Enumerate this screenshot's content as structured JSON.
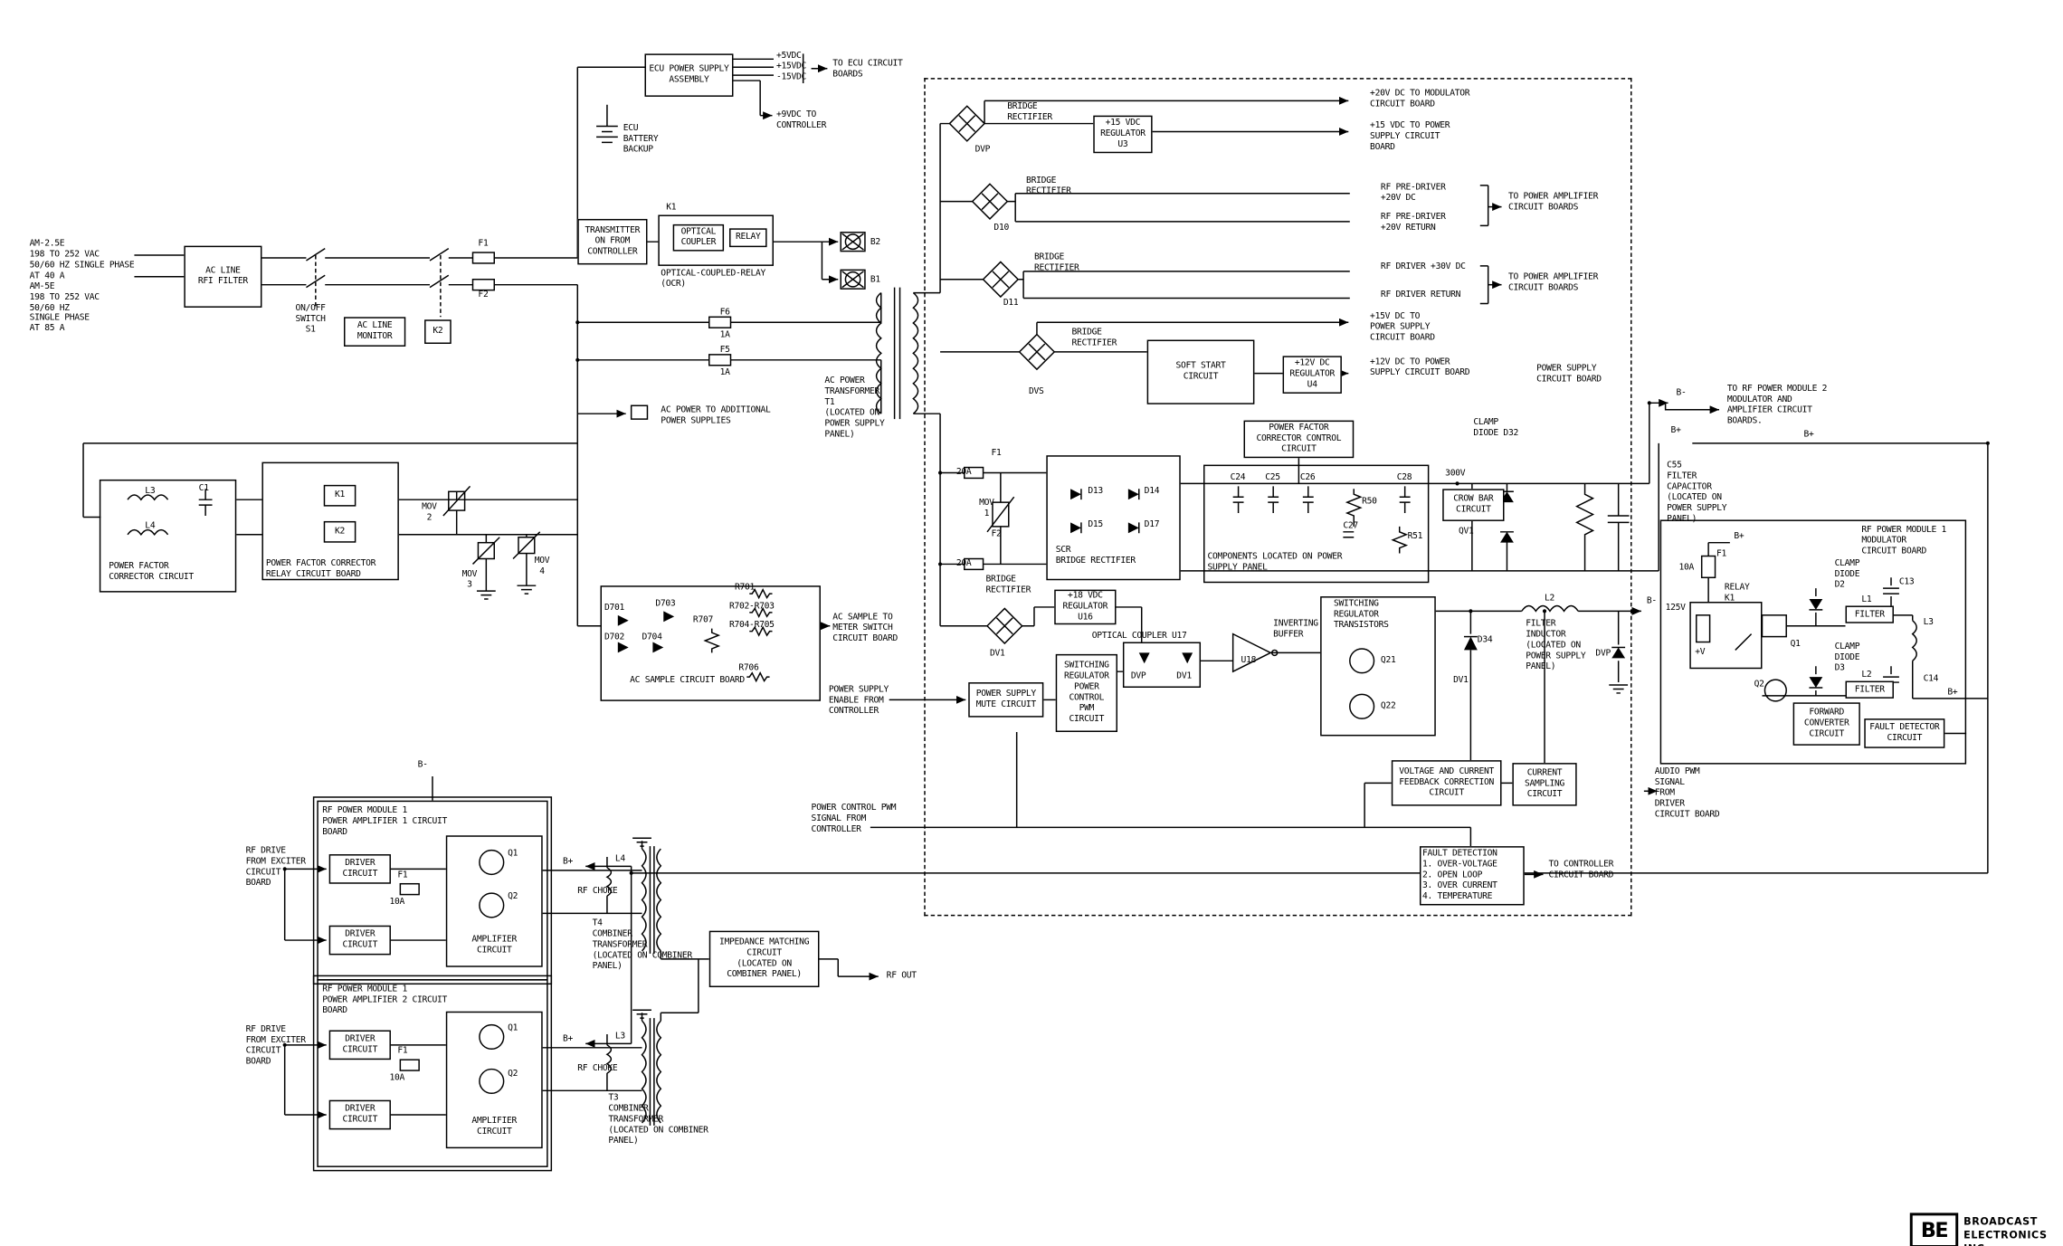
{
  "diagram": {
    "input": {
      "specs": "AM-2.5E\n198 TO 252 VAC\n50/60 HZ SINGLE PHASE\nAT 40 A\nAM-5E\n198 TO 252 VAC\n50/60 HZ\nSINGLE PHASE\nAT 85 A",
      "rfi_filter": "AC LINE\nRFI FILTER",
      "on_off_switch": "ON/OFF\nSWITCH\nS1",
      "line_monitor": "AC LINE\nMONITOR",
      "relay_k2": "K2",
      "fuse_f1": "F1",
      "fuse_f2": "F2"
    },
    "ecu": {
      "psu": "ECU POWER SUPPLY\nASSEMBLY",
      "rails": "+5VDC\n+15VDC\n-15VDC",
      "to_ecu": "TO ECU CIRCUIT\nBOARDS",
      "battery": "ECU\nBATTERY\nBACKUP",
      "v9": "+9VDC TO\nCONTROLLER"
    },
    "ocr": {
      "tx_on": "TRANSMITTER\nON FROM\nCONTROLLER",
      "k1": "K1",
      "optical_coupler": "OPTICAL\nCOUPLER",
      "relay": "RELAY",
      "caption": "OPTICAL-COUPLED-RELAY\n(OCR)",
      "b1": "B1",
      "b2": "B2"
    },
    "xfmr": {
      "f6": "F6",
      "f5": "F5",
      "amp_1a": "1A",
      "t1": "AC POWER\nTRANSFORMER\nT1\n(LOCATED ON\nPOWER SUPPLY\nPANEL)",
      "aux": "AC POWER TO ADDITIONAL\nPOWER SUPPLIES"
    },
    "ps": {
      "board": "POWER SUPPLY\nCIRCUIT BOARD",
      "bridge": "BRIDGE\nRECTIFIER",
      "dvp": "DVP",
      "d10": "D10",
      "d11": "D11",
      "dvs": "DVS",
      "dv1": "DV1",
      "u3": "+15 VDC\nREGULATOR\nU3",
      "out_20v": "+20V DC TO MODULATOR\nCIRCUIT BOARD",
      "out_15v": "+15 VDC TO POWER\nSUPPLY CIRCUIT\nBOARD",
      "predrv": "RF PRE-DRIVER\n+20V DC",
      "predrv_ret": "RF PRE-DRIVER\n+20V RETURN",
      "to_pa": "TO POWER AMPLIFIER\nCIRCUIT BOARDS",
      "drv": "RF DRIVER +30V DC",
      "drv_ret": "RF DRIVER RETURN",
      "out_15v2": "+15V DC TO\nPOWER SUPPLY\nCIRCUIT BOARD",
      "soft_start": "SOFT START\nCIRCUIT",
      "u4": "+12V DC\nREGULATOR\nU4",
      "out_12v": "+12V DC TO POWER\nSUPPLY CIRCUIT BOARD",
      "pfc_ctl": "POWER FACTOR\nCORRECTOR CONTROL\nCIRCUIT",
      "f1": "F1",
      "f1a": "20A",
      "f2": "F2",
      "f2a": "20A",
      "mov1": "MOV\n1",
      "scr": "SCR\nBRIDGE RECTIFIER",
      "d13": "D13",
      "d14": "D14",
      "d15": "D15",
      "d17": "D17",
      "comps": "COMPONENTS LOCATED ON POWER\nSUPPLY PANEL",
      "c24": "C24",
      "c25": "C25",
      "c26": "C26",
      "r50": "R50",
      "c28": "C28",
      "c27": "C27",
      "r51": "R51",
      "v300": "300V",
      "crowbar": "CROW BAR\nCIRCUIT",
      "qv1": "QV1",
      "clamp32": "CLAMP\nDIODE D32",
      "c55": "C55\nFILTER\nCAPACITOR\n(LOCATED ON\nPOWER SUPPLY\nPANEL)",
      "bminus": "B-",
      "bplus": "B+",
      "to_mod2": "TO RF POWER MODULE 2\nMODULATOR AND\nAMPLIFIER CIRCUIT\nBOARDS.",
      "u16": "+18 VDC\nREGULATOR\nU16",
      "u17": "OPTICAL COUPLER U17",
      "dvp2": "DVP",
      "dv1b": "DV1",
      "sw_reg_pwm": "SWITCHING\nREGULATOR\nPOWER\nCONTROL\nPWM\nCIRCUIT",
      "mute": "POWER SUPPLY\nMUTE CIRCUIT",
      "enable": "POWER SUPPLY\nENABLE FROM\nCONTROLLER",
      "inv_buf": "INVERTING\nBUFFER",
      "u18": "U18",
      "sw_reg_q": "SWITCHING\nREGULATOR\nTRANSISTORS",
      "q21": "Q21",
      "q22": "Q22",
      "d34": "D34",
      "dv1c": "DV1",
      "dvp3": "DVP",
      "l2": "L2",
      "l2cap": "FILTER\nINDUCTOR\n(LOCATED ON\nPOWER SUPPLY\nPANEL)",
      "fb": "VOLTAGE AND CURRENT\nFEEDBACK CORRECTION\nCIRCUIT",
      "cur_sample": "CURRENT\nSAMPLING\nCIRCUIT",
      "fault": "FAULT DETECTION\n1. OVER-VOLTAGE\n2. OPEN LOOP\n3. OVER CURRENT\n4. TEMPERATURE",
      "to_ctl": "TO CONTROLLER\nCIRCUIT BOARD",
      "pwm_in": "POWER CONTROL PWM\nSIGNAL FROM\nCONTROLLER",
      "audio_pwm": "AUDIO PWM\nSIGNAL\nFROM\nDRIVER\nCIRCUIT BOARD"
    },
    "pfc": {
      "circuit": "POWER FACTOR\nCORRECTOR CIRCUIT",
      "l3": "L3",
      "l4": "L4",
      "c1": "C1",
      "relay_board": "POWER FACTOR CORRECTOR\nRELAY CIRCUIT BOARD",
      "k1": "K1",
      "k2": "K2",
      "mov2": "MOV\n2",
      "mov3": "MOV\n3",
      "mov4": "MOV\n4"
    },
    "sample": {
      "board": "AC SAMPLE CIRCUIT BOARD",
      "d701": "D701",
      "d702": "D702",
      "d703": "D703",
      "d704": "D704",
      "r707": "R707",
      "r701": "R701",
      "r702": "R702-R703",
      "r704": "R704-R705",
      "r706": "R706",
      "out": "AC SAMPLE TO\nMETER SWITCH\nCIRCUIT BOARD"
    },
    "mod": {
      "board": "RF POWER MODULE 1\nMODULATOR\nCIRCUIT BOARD",
      "f1": "F1",
      "f1a": "10A",
      "bplus": "B+",
      "relay": "RELAY\nK1",
      "plusv": "+V",
      "v125": "125V",
      "q1": "Q1",
      "q2": "Q2",
      "clamp2": "CLAMP\nDIODE\nD2",
      "clamp3": "CLAMP\nDIODE\nD3",
      "c13": "C13",
      "c14": "C14",
      "l1": "L1",
      "l2": "L2",
      "l3": "L3",
      "filter": "FILTER",
      "fwd": "FORWARD\nCONVERTER\nCIRCUIT",
      "fault_det": "FAULT DETECTOR\nCIRCUIT"
    },
    "pa1": {
      "board": "RF POWER MODULE 1\nPOWER AMPLIFIER 1 CIRCUIT\nBOARD",
      "rf_drive": "RF DRIVE\nFROM EXCITER\nCIRCUIT\nBOARD",
      "driver": "DRIVER\nCIRCUIT",
      "f1": "F1",
      "f1a": "10A",
      "q1": "Q1",
      "q2": "Q2",
      "amp": "AMPLIFIER\nCIRCUIT",
      "bplus": "B+",
      "l4": "L4",
      "choke": "RF CHOKE",
      "t4": "T4\nCOMBINER\nTRANSFORMER\n(LOCATED ON COMBINER\nPANEL)"
    },
    "pa2": {
      "board": "RF POWER MODULE 1\nPOWER AMPLIFIER 2 CIRCUIT\nBOARD",
      "rf_drive": "RF DRIVE\nFROM EXCITER\nCIRCUIT\nBOARD",
      "driver": "DRIVER\nCIRCUIT",
      "f1": "F1",
      "f1a": "10A",
      "q1": "Q1",
      "q2": "Q2",
      "amp": "AMPLIFIER\nCIRCUIT",
      "bplus": "B+",
      "l3": "L3",
      "choke": "RF CHOKE",
      "t3": "T3\nCOMBINER\nTRANSFORMER\n(LOCATED ON COMBINER\nPANEL)"
    },
    "combiner": {
      "match": "IMPEDANCE MATCHING\nCIRCUIT\n(LOCATED ON\nCOMBINER PANEL)",
      "rf_out": "RF OUT"
    },
    "brand": {
      "logo": "BE",
      "name": "BROADCAST\nELECTRONICS INC"
    }
  }
}
